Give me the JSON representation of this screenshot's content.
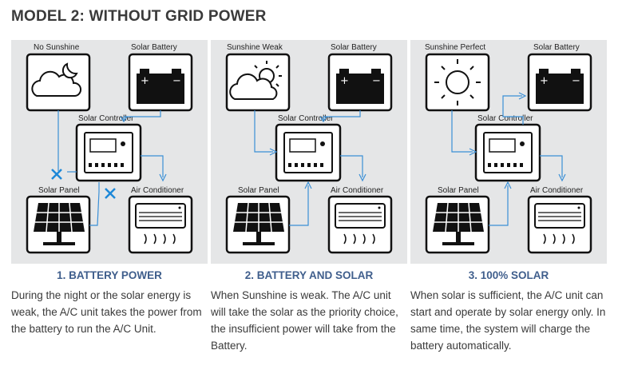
{
  "page": {
    "title": "MODEL 2: WITHOUT GRID POWER"
  },
  "colors": {
    "flow_line": "#3a8fd6",
    "cross": "#1e88d8",
    "heading": "#3f5e8c"
  },
  "panels": [
    {
      "weather_label": "No Sunshine",
      "weather_icon": "moon-cloud-icon",
      "battery_label": "Solar Battery",
      "controller_label": "Solar Controller",
      "panel_label": "Solar Panel",
      "ac_label": "Air Conditioner",
      "heading": "1. BATTERY POWER",
      "description": "During the night or the solar energy is weak, the A/C unit takes the power from the battery to run the A/C Unit."
    },
    {
      "weather_label": "Sunshine Weak",
      "weather_icon": "sun-cloud-icon",
      "battery_label": "Solar Battery",
      "controller_label": "Solar Controller",
      "panel_label": "Solar Panel",
      "ac_label": "Air Conditioner",
      "heading": "2. BATTERY AND SOLAR",
      "description": "When Sunshine is weak. The A/C unit will take the solar as the priority choice, the insufficient power will take from the Battery."
    },
    {
      "weather_label": "Sunshine Perfect",
      "weather_icon": "sun-icon",
      "battery_label": "Solar Battery",
      "controller_label": "Solar Controller",
      "panel_label": "Solar Panel",
      "ac_label": "Air Conditioner",
      "heading": "3. 100% SOLAR",
      "description": "When solar is sufficient, the A/C unit can start and operate by solar energy only. In same time, the system will charge the battery automatically."
    }
  ]
}
